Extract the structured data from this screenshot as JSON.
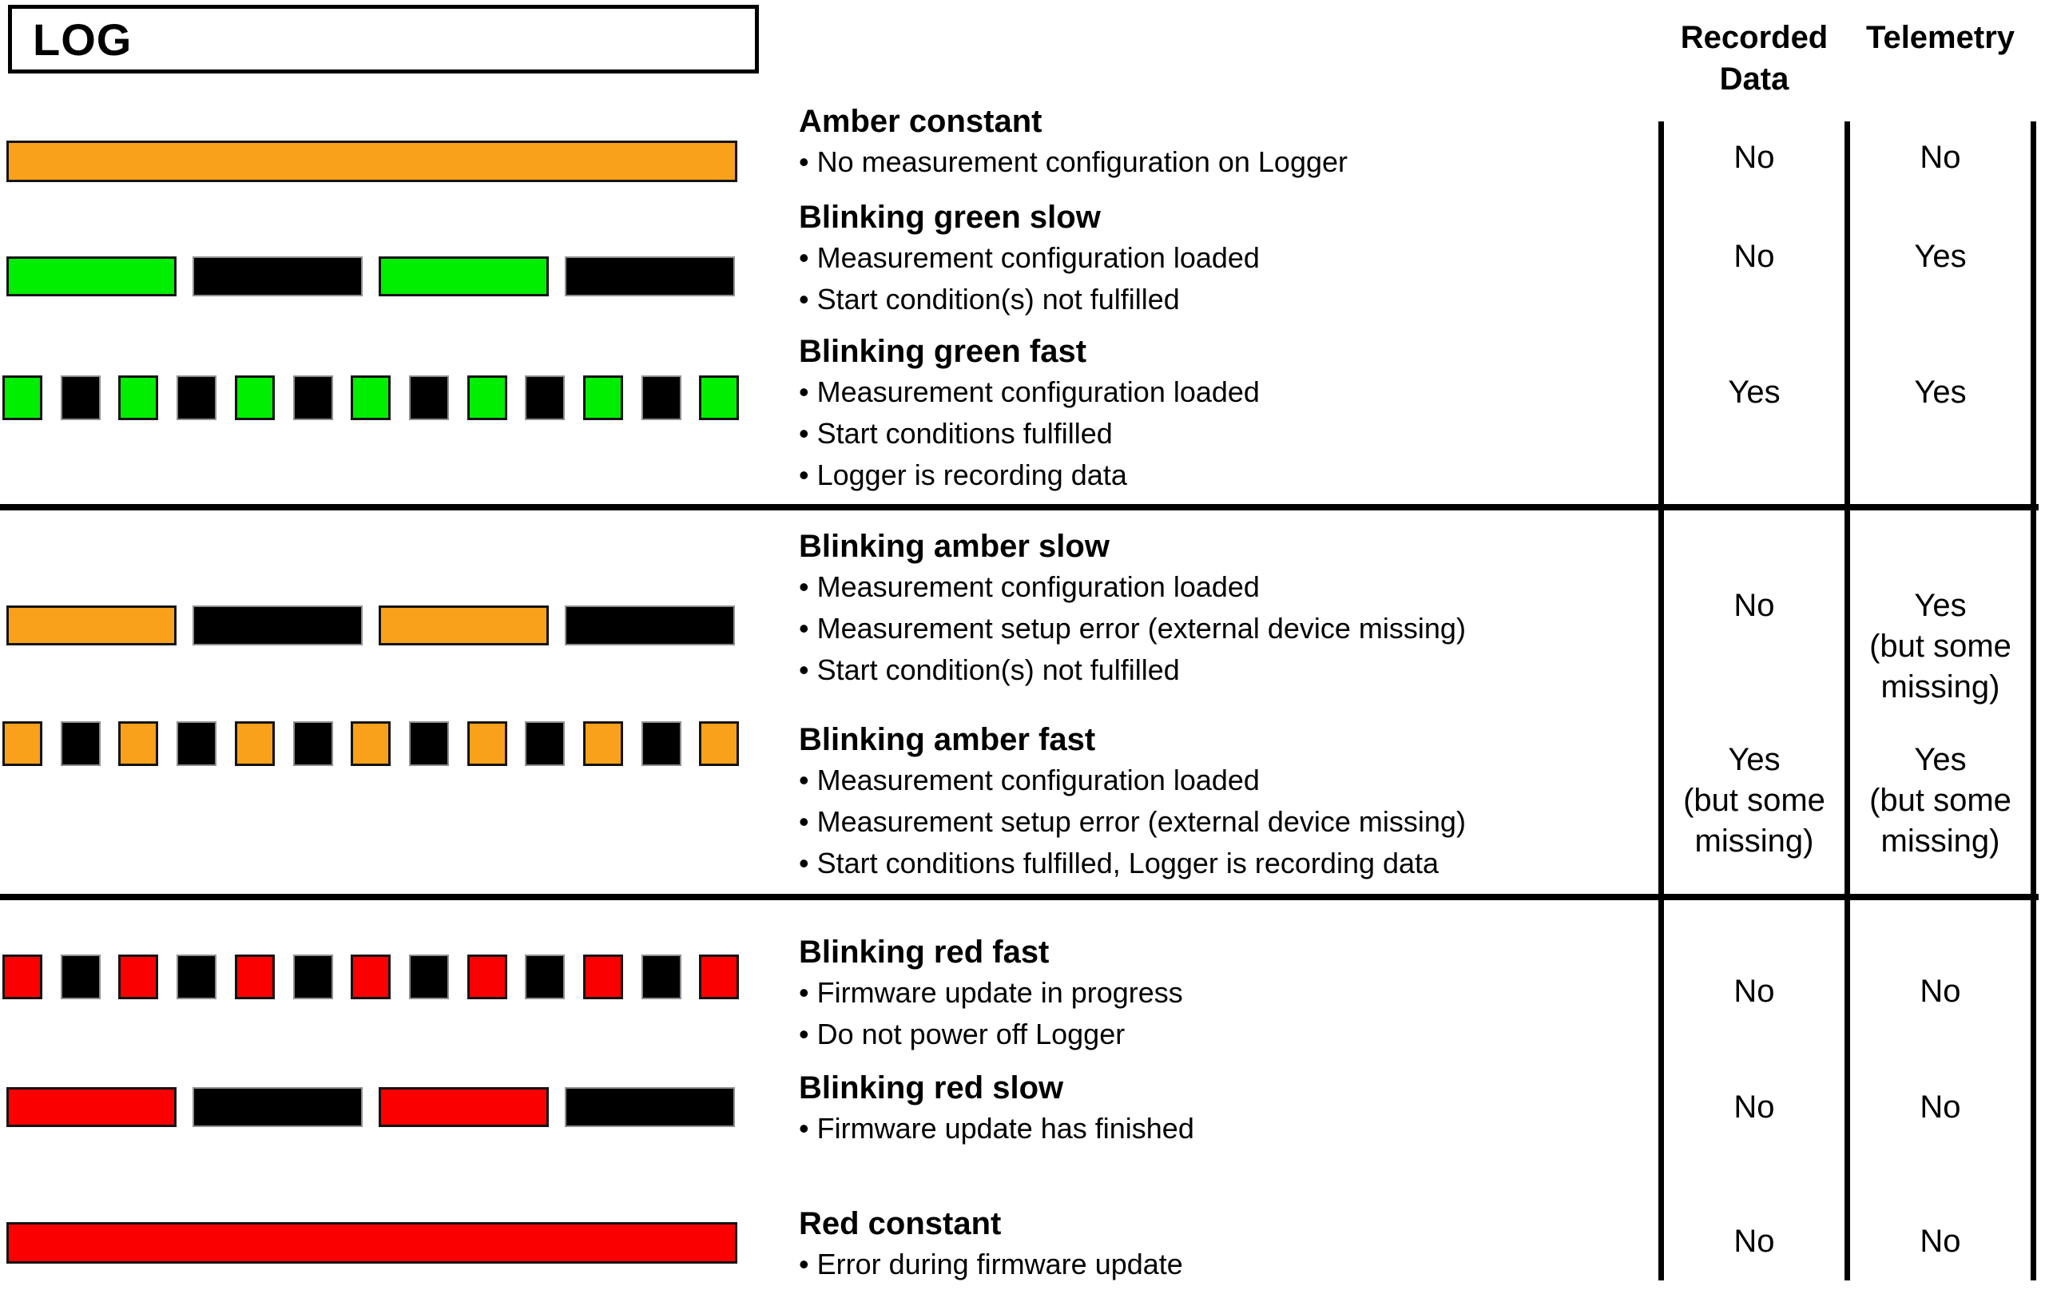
{
  "title_box": {
    "label": "LOG"
  },
  "colors": {
    "amber": "#F9A11B",
    "green": "#00EE00",
    "red": "#FA0000",
    "off": "#000000"
  },
  "table": {
    "headers": {
      "recorded_line1": "Recorded",
      "recorded_line2": "Data",
      "telemetry": "Telemetry"
    },
    "rows": [
      {
        "id": "amber-constant",
        "heading": "Amber constant",
        "bullets": [
          "• No measurement configuration on Logger"
        ],
        "recorded": "No",
        "telemetry": "No",
        "led": {
          "mode": "constant",
          "color": "amber"
        }
      },
      {
        "id": "blinking-green-slow",
        "heading": "Blinking green slow",
        "bullets": [
          "• Measurement configuration loaded",
          "• Start condition(s) not fulfilled"
        ],
        "recorded": "No",
        "telemetry": "Yes",
        "led": {
          "mode": "slow",
          "color": "green"
        }
      },
      {
        "id": "blinking-green-fast",
        "heading": "Blinking green fast",
        "bullets": [
          "• Measurement configuration loaded",
          "• Start conditions fulfilled",
          "• Logger is recording data"
        ],
        "recorded": "Yes",
        "telemetry": "Yes",
        "led": {
          "mode": "fast",
          "color": "green"
        }
      },
      {
        "id": "blinking-amber-slow",
        "heading": "Blinking amber slow",
        "bullets": [
          "• Measurement configuration loaded",
          "• Measurement setup error (external device missing)",
          "• Start condition(s) not fulfilled"
        ],
        "recorded": "No",
        "telemetry": "Yes\n(but some\nmissing)",
        "led": {
          "mode": "slow",
          "color": "amber"
        }
      },
      {
        "id": "blinking-amber-fast",
        "heading": "Blinking amber fast",
        "bullets": [
          "• Measurement configuration loaded",
          "• Measurement setup error (external device missing)",
          "• Start conditions fulfilled, Logger is recording data"
        ],
        "recorded": "Yes\n(but some\nmissing)",
        "telemetry": "Yes\n(but some\nmissing)",
        "led": {
          "mode": "fast",
          "color": "amber"
        }
      },
      {
        "id": "blinking-red-fast",
        "heading": "Blinking red fast",
        "bullets": [
          "• Firmware update in progress",
          "• Do not power off Logger"
        ],
        "recorded": "No",
        "telemetry": "No",
        "led": {
          "mode": "fast",
          "color": "red"
        }
      },
      {
        "id": "blinking-red-slow",
        "heading": "Blinking red slow",
        "bullets": [
          "• Firmware update has finished"
        ],
        "recorded": "No",
        "telemetry": "No",
        "led": {
          "mode": "slow",
          "color": "red"
        }
      },
      {
        "id": "red-constant",
        "heading": "Red constant",
        "bullets": [
          "• Error during firmware update"
        ],
        "recorded": "No",
        "telemetry": "No",
        "led": {
          "mode": "constant",
          "color": "red"
        }
      }
    ]
  }
}
